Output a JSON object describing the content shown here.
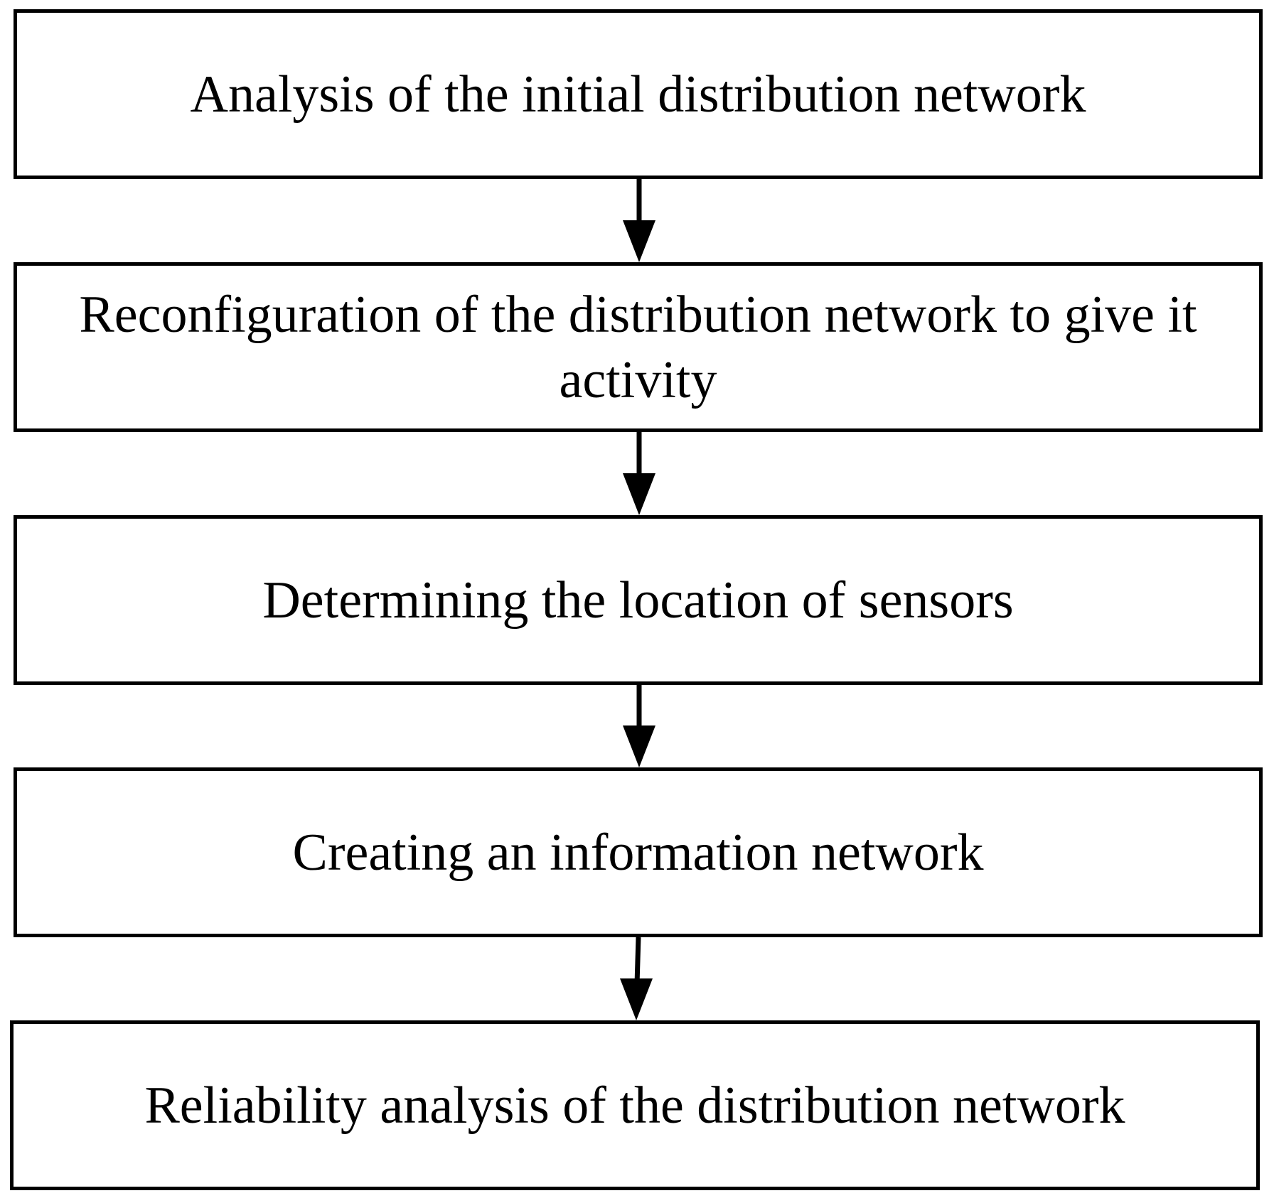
{
  "flowchart": {
    "steps": [
      {
        "label": "Analysis of the initial distribution network"
      },
      {
        "label": "Reconfiguration of the distribution network to give it activity"
      },
      {
        "label": "Determining the location of sensors"
      },
      {
        "label": "Creating an information network"
      },
      {
        "label": "Reliability analysis of the distribution network"
      }
    ]
  },
  "colors": {
    "stroke": "#000000",
    "background": "#ffffff"
  }
}
